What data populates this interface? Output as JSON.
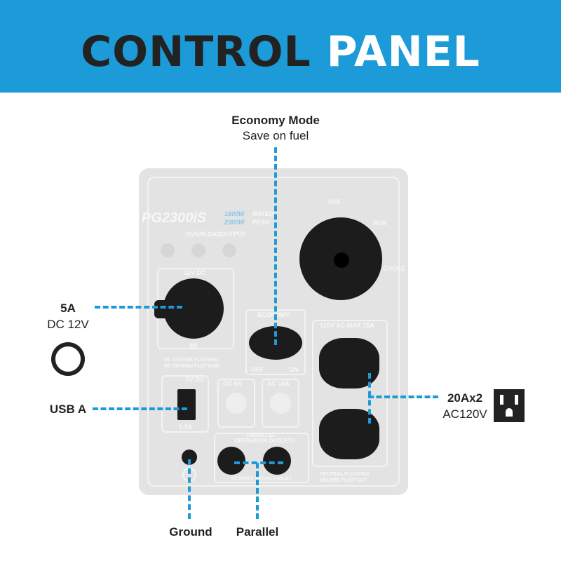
{
  "header": {
    "title_dark": "CONTROL",
    "title_light": "PANEL"
  },
  "callouts": {
    "economy": {
      "title": "Economy Mode",
      "subtitle": "Save on fuel"
    },
    "dc": {
      "title": "5A",
      "subtitle": "DC 12V"
    },
    "usb": {
      "title": "USB A"
    },
    "ac": {
      "title": "20Ax2",
      "subtitle": "AC120V"
    },
    "ground": {
      "title": "Ground"
    },
    "parallel": {
      "title": "Parallel"
    }
  },
  "panel": {
    "model": "PG2300iS",
    "rated": "1800W",
    "rated_label": "RATED",
    "peak": "2300W",
    "peak_label": "PEAK",
    "indicators": [
      "OVERLOAD",
      "OUTPUT"
    ],
    "dial_positions": [
      "OFF",
      "RUN",
      "CHOKE"
    ],
    "dc12": "12V DC",
    "dc12_amp": "8A",
    "dc_floating": "DC SYSTEM  FLOATING",
    "dc_floating_fr": "DC RÉSEAU  FLOTTANT",
    "economy": "ECONOMY",
    "eco_off": "OFF",
    "eco_on": "ON",
    "usb": "5V DC",
    "usb_amp": "1.5A",
    "breaker_dc": "DC 8A",
    "breaker_ac": "AC 15A",
    "ac_label": "120V AC MAX 15A",
    "parallel_1": "PARALLEL",
    "parallel_2": "OPERATION OUTLETS",
    "parallel_warn": "REQUIRES SPECIAL CABLES",
    "neutral": "NEUTRAL  FLOATING",
    "neutral_fr": "NEUTRE  FLOTTANT"
  },
  "colors": {
    "accent": "#1d9ad8",
    "dark": "#222222"
  }
}
